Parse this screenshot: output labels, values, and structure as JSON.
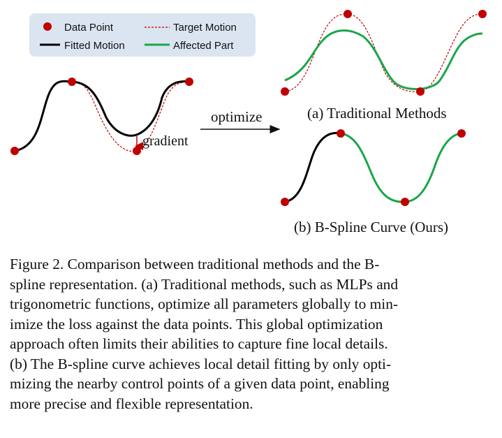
{
  "colors": {
    "data_point": "#c00000",
    "fitted": "#000000",
    "target": "#c00000",
    "affected": "#1aa64a",
    "legend_bg": "#dbe5f1"
  },
  "legend": {
    "data_point": "Data Point",
    "target_motion": "Target Motion",
    "fitted_motion": "Fitted Motion",
    "affected_part": "Affected Part"
  },
  "labels": {
    "gradient": "gradient",
    "optimize": "optimize",
    "panel_a": "(a) Traditional Methods",
    "panel_b": "(b) B-Spline Curve (Ours)"
  },
  "caption": {
    "lines": [
      "Figure 2.  Comparison between traditional methods and the B-",
      "spline representation. (a) Traditional methods, such as MLPs and",
      "trigonometric functions, optimize all parameters globally to min-",
      "imize the loss against the data points.  This global optimization",
      "approach often limits their abilities to capture fine local details.",
      "(b) The B-spline curve achieves local detail fitting by only opti-",
      "mizing the nearby control points of a given data point, enabling",
      "more precise and flexible representation."
    ]
  }
}
